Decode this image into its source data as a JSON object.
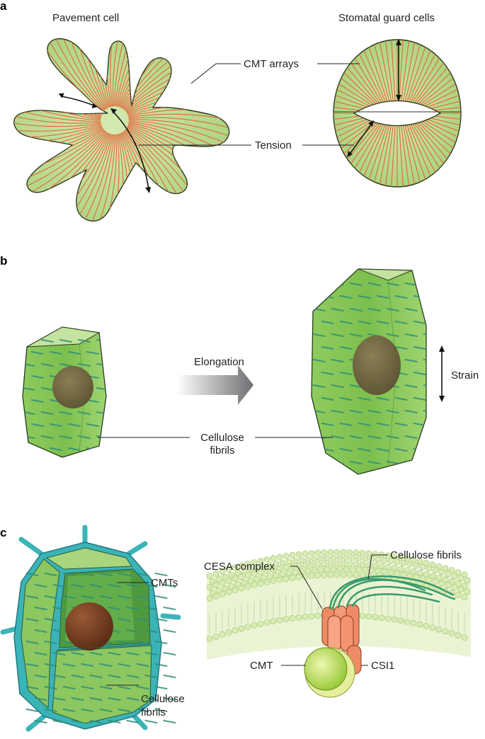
{
  "panels": {
    "a": {
      "letter": "a",
      "pavement_title": "Pavement cell",
      "guard_title": "Stomatal guard cells",
      "cmt_label": "CMT arrays",
      "tension_label": "Tension"
    },
    "b": {
      "letter": "b",
      "elongation_label": "Elongation",
      "strain_label": "Strain",
      "fibrils_line1": "Cellulose",
      "fibrils_line2": "fibrils"
    },
    "c": {
      "letter": "c",
      "cmts_label": "CMTs",
      "fibrils_line1": "Cellulose",
      "fibrils_line2": "fibrils",
      "cesa_label": "CESA complex",
      "membrane_fibrils_label": "Cellulose fibrils",
      "cmt_label": "CMT",
      "csi1_label": "CSI1"
    }
  },
  "colors": {
    "cell_green": "#b9dc8f",
    "cell_outline": "#2a3a1e",
    "cmt_red": "#e0683a",
    "fibril_teal": "#2f8f78",
    "wall_teal": "#3bb4b8",
    "nucleus": "#6b5a3c",
    "cesa_salmon": "#f08a68",
    "membrane_green": "#d7e9b0"
  }
}
